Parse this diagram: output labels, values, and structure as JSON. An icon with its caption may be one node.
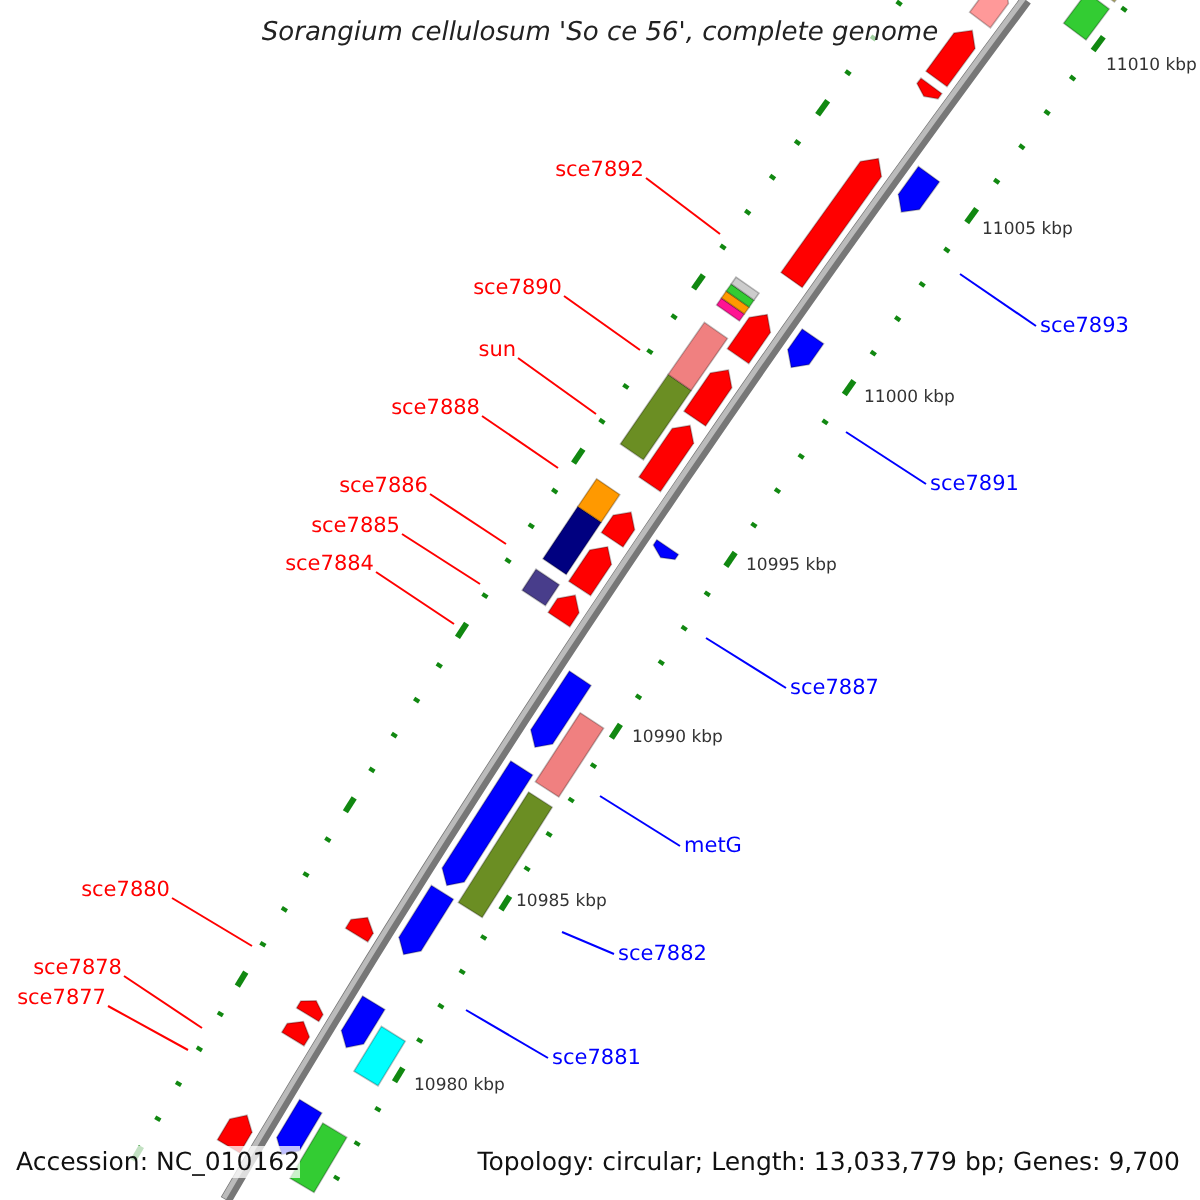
{
  "diagram": {
    "title": "Sorangium cellulosum 'So ce 56', complete genome",
    "nodes": [
      {
        "text": [
          "sce7892"
        ]
      },
      {
        "text": [
          "sce7893"
        ]
      },
      {
        "text": [
          "sce7890"
        ]
      },
      {
        "text": [
          "sun"
        ]
      },
      {
        "text": [
          "sce7888"
        ]
      },
      {
        "text": [
          "sce7891"
        ]
      },
      {
        "text": [
          "sce7886"
        ]
      },
      {
        "text": [
          "sce7885"
        ]
      },
      {
        "text": [
          "sce7884"
        ]
      },
      {
        "text": [
          "sce7887"
        ]
      },
      {
        "text": [
          "metG"
        ]
      },
      {
        "text": [
          "sce7880"
        ]
      },
      {
        "text": [
          "sce7882"
        ]
      },
      {
        "text": [
          "sce7878"
        ]
      },
      {
        "text": [
          "sce7877"
        ]
      },
      {
        "text": [
          "sce7881"
        ]
      }
    ],
    "edges": [
      {
        "from": 0,
        "to": null,
        "arrow": "none"
      },
      {
        "from": 1,
        "to": null,
        "arrow": "none",
        "color": "#0000ff"
      },
      {
        "from": 2,
        "to": null,
        "arrow": "none"
      },
      {
        "from": 3,
        "to": null,
        "arrow": "none"
      },
      {
        "from": 4,
        "to": null,
        "arrow": "none"
      },
      {
        "from": 5,
        "to": null,
        "arrow": "none",
        "color": "#0000ff"
      },
      {
        "from": 6,
        "to": null,
        "arrow": "none"
      },
      {
        "from": 7,
        "to": null,
        "arrow": "none"
      },
      {
        "from": 8,
        "to": null,
        "arrow": "none"
      },
      {
        "from": 9,
        "to": null,
        "arrow": "none",
        "color": "#0000ff"
      },
      {
        "from": 10,
        "to": null,
        "arrow": "none",
        "color": "#0000ff"
      },
      {
        "from": 11,
        "to": null,
        "arrow": "none"
      },
      {
        "from": 12,
        "to": null,
        "arrow": "none",
        "color": "#0000ff"
      },
      {
        "from": 13,
        "to": null,
        "arrow": "none"
      },
      {
        "from": 14,
        "to": null,
        "arrow": "none"
      },
      {
        "from": 15,
        "to": null,
        "arrow": "none",
        "color": "#0000ff"
      }
    ],
    "labels": [
      "11010 kbp",
      "11005 kbp",
      "11000 kbp",
      "10995 kbp",
      "10990 kbp",
      "10985 kbp",
      "10980 kbp",
      "Accession: NC_010162",
      "Topology: circular; Length: 13,033,779 bp; Genes: 9,700"
    ]
  }
}
